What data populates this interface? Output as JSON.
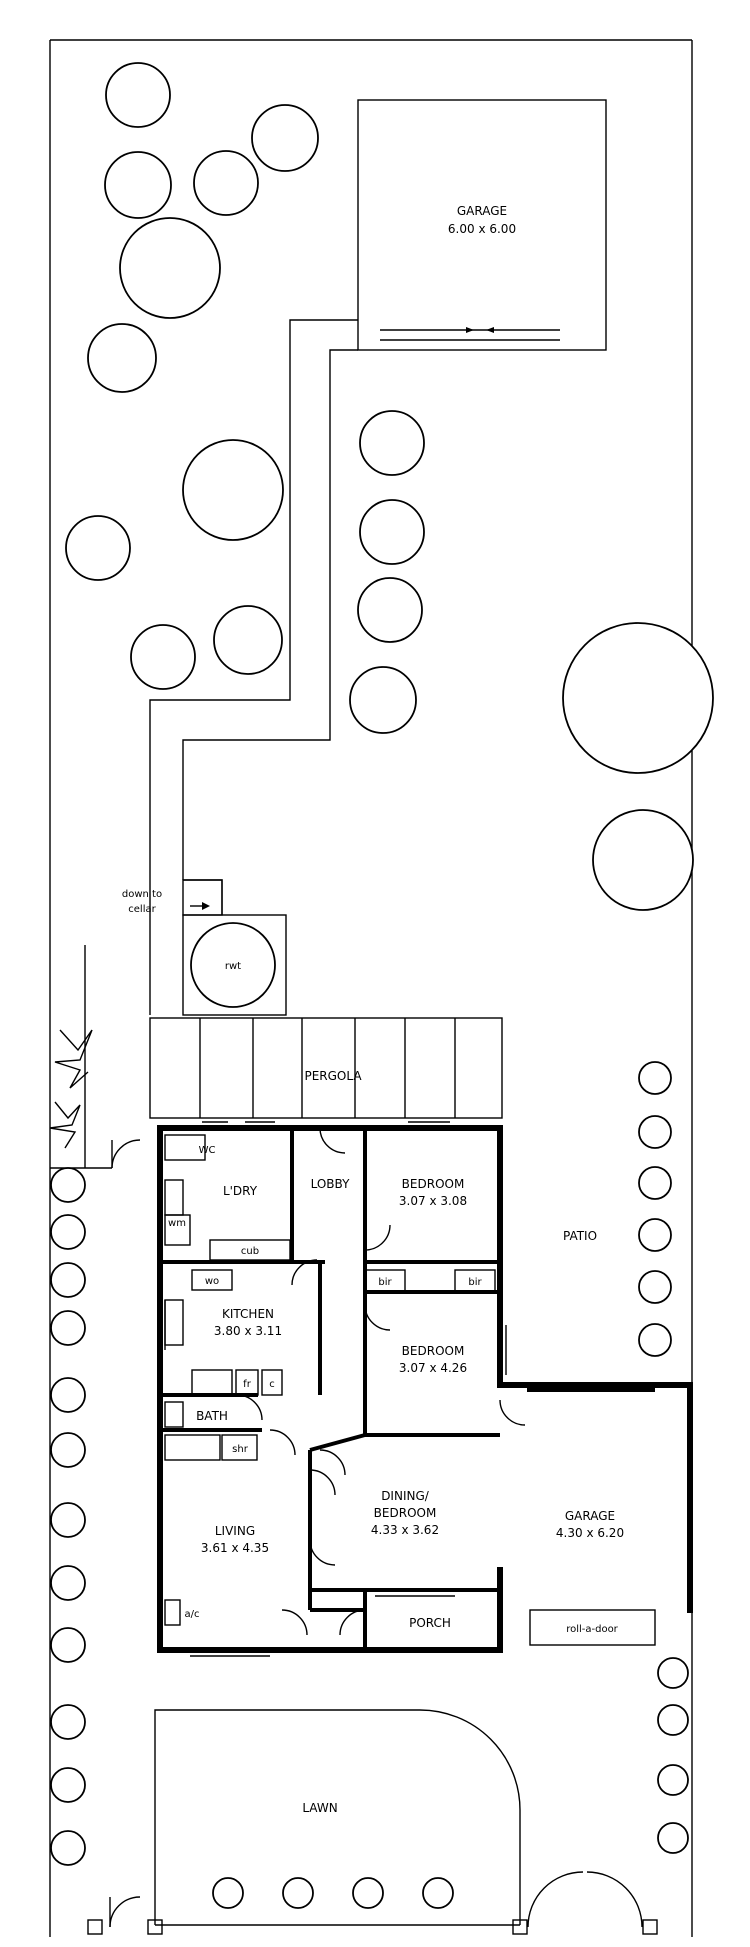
{
  "plan": {
    "labels": {
      "garage_rear_title": "GARAGE",
      "garage_rear_dims": "6.00 x 6.00",
      "down_to_cellar_1": "down to",
      "down_to_cellar_2": "cellar",
      "rwt": "rwt",
      "pergola": "PERGOLA",
      "wc": "WC",
      "laundry": "L'DRY",
      "wm": "wm",
      "cub": "cub",
      "lobby": "LOBBY",
      "bedroom1_title": "BEDROOM",
      "bedroom1_dims": "3.07 x 3.08",
      "bir1": "bir",
      "bir2": "bir",
      "patio": "PATIO",
      "wo": "wo",
      "kitchen_title": "KITCHEN",
      "kitchen_dims": "3.80 x 3.11",
      "fr": "fr",
      "c": "c",
      "bedroom2_title": "BEDROOM",
      "bedroom2_dims": "3.07 x 4.26",
      "bath": "BATH",
      "shr": "shr",
      "dining_title_1": "DINING/",
      "dining_title_2": "BEDROOM",
      "dining_dims": "4.33 x 3.62",
      "garage_front_title": "GARAGE",
      "garage_front_dims": "4.30 x 6.20",
      "living_title": "LIVING",
      "living_dims": "3.61 x 4.35",
      "ac": "a/c",
      "porch": "PORCH",
      "roll_a_door": "roll-a-door",
      "lawn": "LAWN"
    }
  }
}
